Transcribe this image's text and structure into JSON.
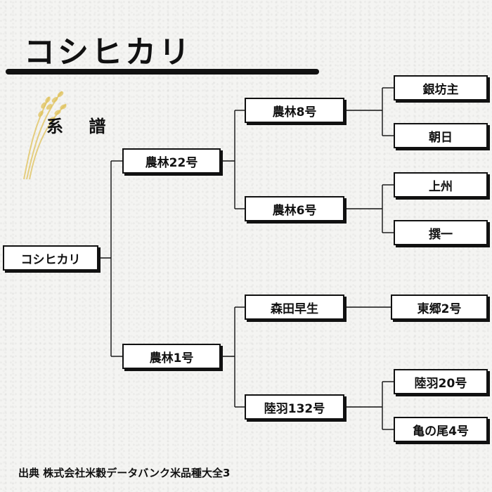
{
  "title": "コシヒカリ",
  "subtitle": "系 譜",
  "source": "出典 株式会社米穀データバンク米品種大全3",
  "tree": {
    "root": "コシヒカリ",
    "father": "農林22号",
    "mother": "農林1号",
    "father_father": "農林8号",
    "father_mother": "農林6号",
    "mother_father": "森田早生",
    "mother_mother": "陸羽132号",
    "ff_father": "銀坊主",
    "ff_mother": "朝日",
    "fm_father": "上州",
    "fm_mother": "撰一",
    "mf_only": "東郷2号",
    "mm_father": "陸羽20号",
    "mm_mother": "亀の尾4号"
  },
  "colors": {
    "ink": "#111111",
    "rice": "#e0c25a"
  },
  "icons": {
    "rice": "rice-ear-icon"
  }
}
